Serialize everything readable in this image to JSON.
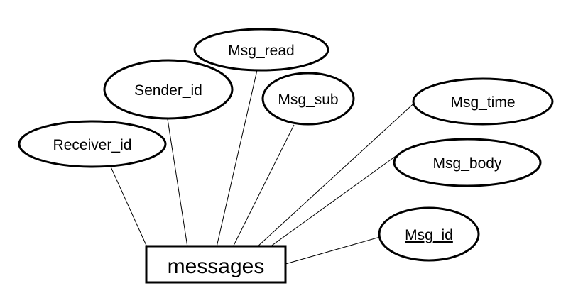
{
  "entity": {
    "label": "messages"
  },
  "attributes": [
    {
      "label": "Receiver_id",
      "key": false
    },
    {
      "label": "Sender_id",
      "key": false
    },
    {
      "label": "Msg_read",
      "key": false
    },
    {
      "label": "Msg_sub",
      "key": false
    },
    {
      "label": "Msg_time",
      "key": false
    },
    {
      "label": "Msg_body",
      "key": false
    },
    {
      "label": "Msg_id",
      "key": true
    }
  ]
}
